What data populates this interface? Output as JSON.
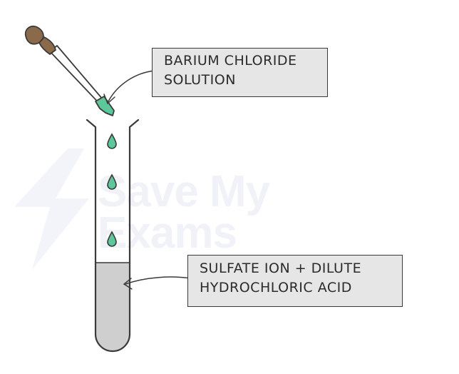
{
  "watermark": {
    "line1": "Save My",
    "line2": "Exams"
  },
  "labels": {
    "barium_chloride": {
      "line1": "BARIUM  CHLORIDE",
      "line2": "SOLUTION"
    },
    "sulfate": {
      "line1": "SULFATE  ION  +  DILUTE",
      "line2": "HYDROCHLORIC  ACID"
    }
  },
  "colors": {
    "outline": "#3a3a3a",
    "drop_fill": "#5cc79a",
    "liquid_fill": "#cfcfcf",
    "bulb_fill": "#8a6a4a",
    "label_fill": "#e6e6e6",
    "watermark": "#f1f2f8"
  }
}
